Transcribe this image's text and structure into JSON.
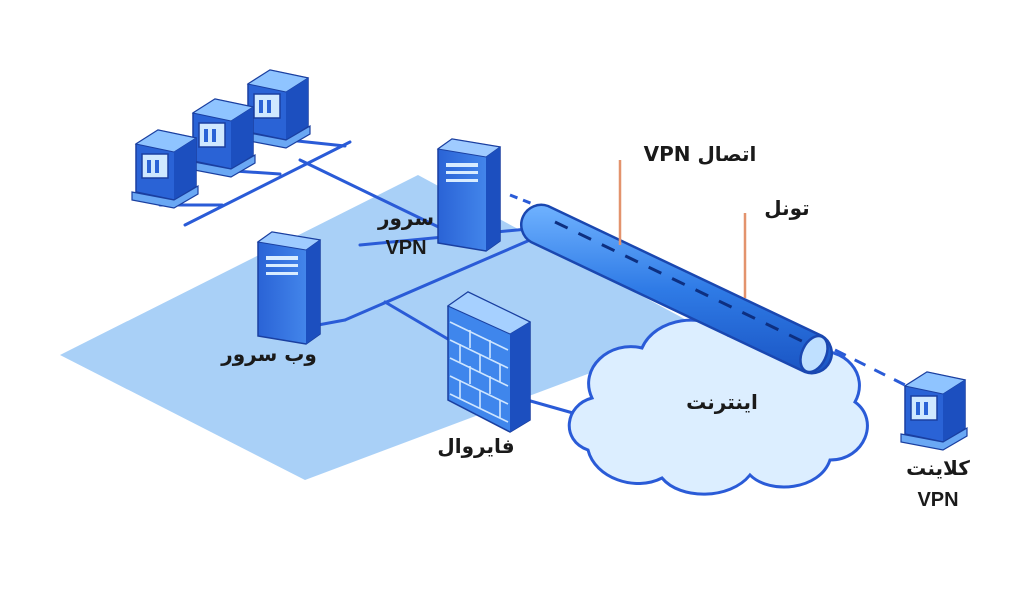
{
  "labels": {
    "vpn_server_line1": "سرور",
    "vpn_server_line2": "VPN",
    "web_server": "وب سرور",
    "firewall": "فایروال",
    "internet": "اینترنت",
    "vpn_connection": "اتصال VPN",
    "tunnel": "تونل",
    "vpn_client_line1": "کلاینت",
    "vpn_client_line2": "VPN"
  },
  "colors": {
    "zone_fill": "#a9d0f7",
    "line": "#2a5bd7",
    "device_fill": "#2f6fe0",
    "device_light": "#bfe0ff",
    "cloud_fill": "#dceeff",
    "tube": "#2f7be6",
    "callout": "#e3936d"
  },
  "icons": {
    "workstation": "workstation-icon",
    "server": "server-icon",
    "firewall": "firewall-icon",
    "cloud": "cloud-icon",
    "tunnel": "tunnel-tube"
  }
}
